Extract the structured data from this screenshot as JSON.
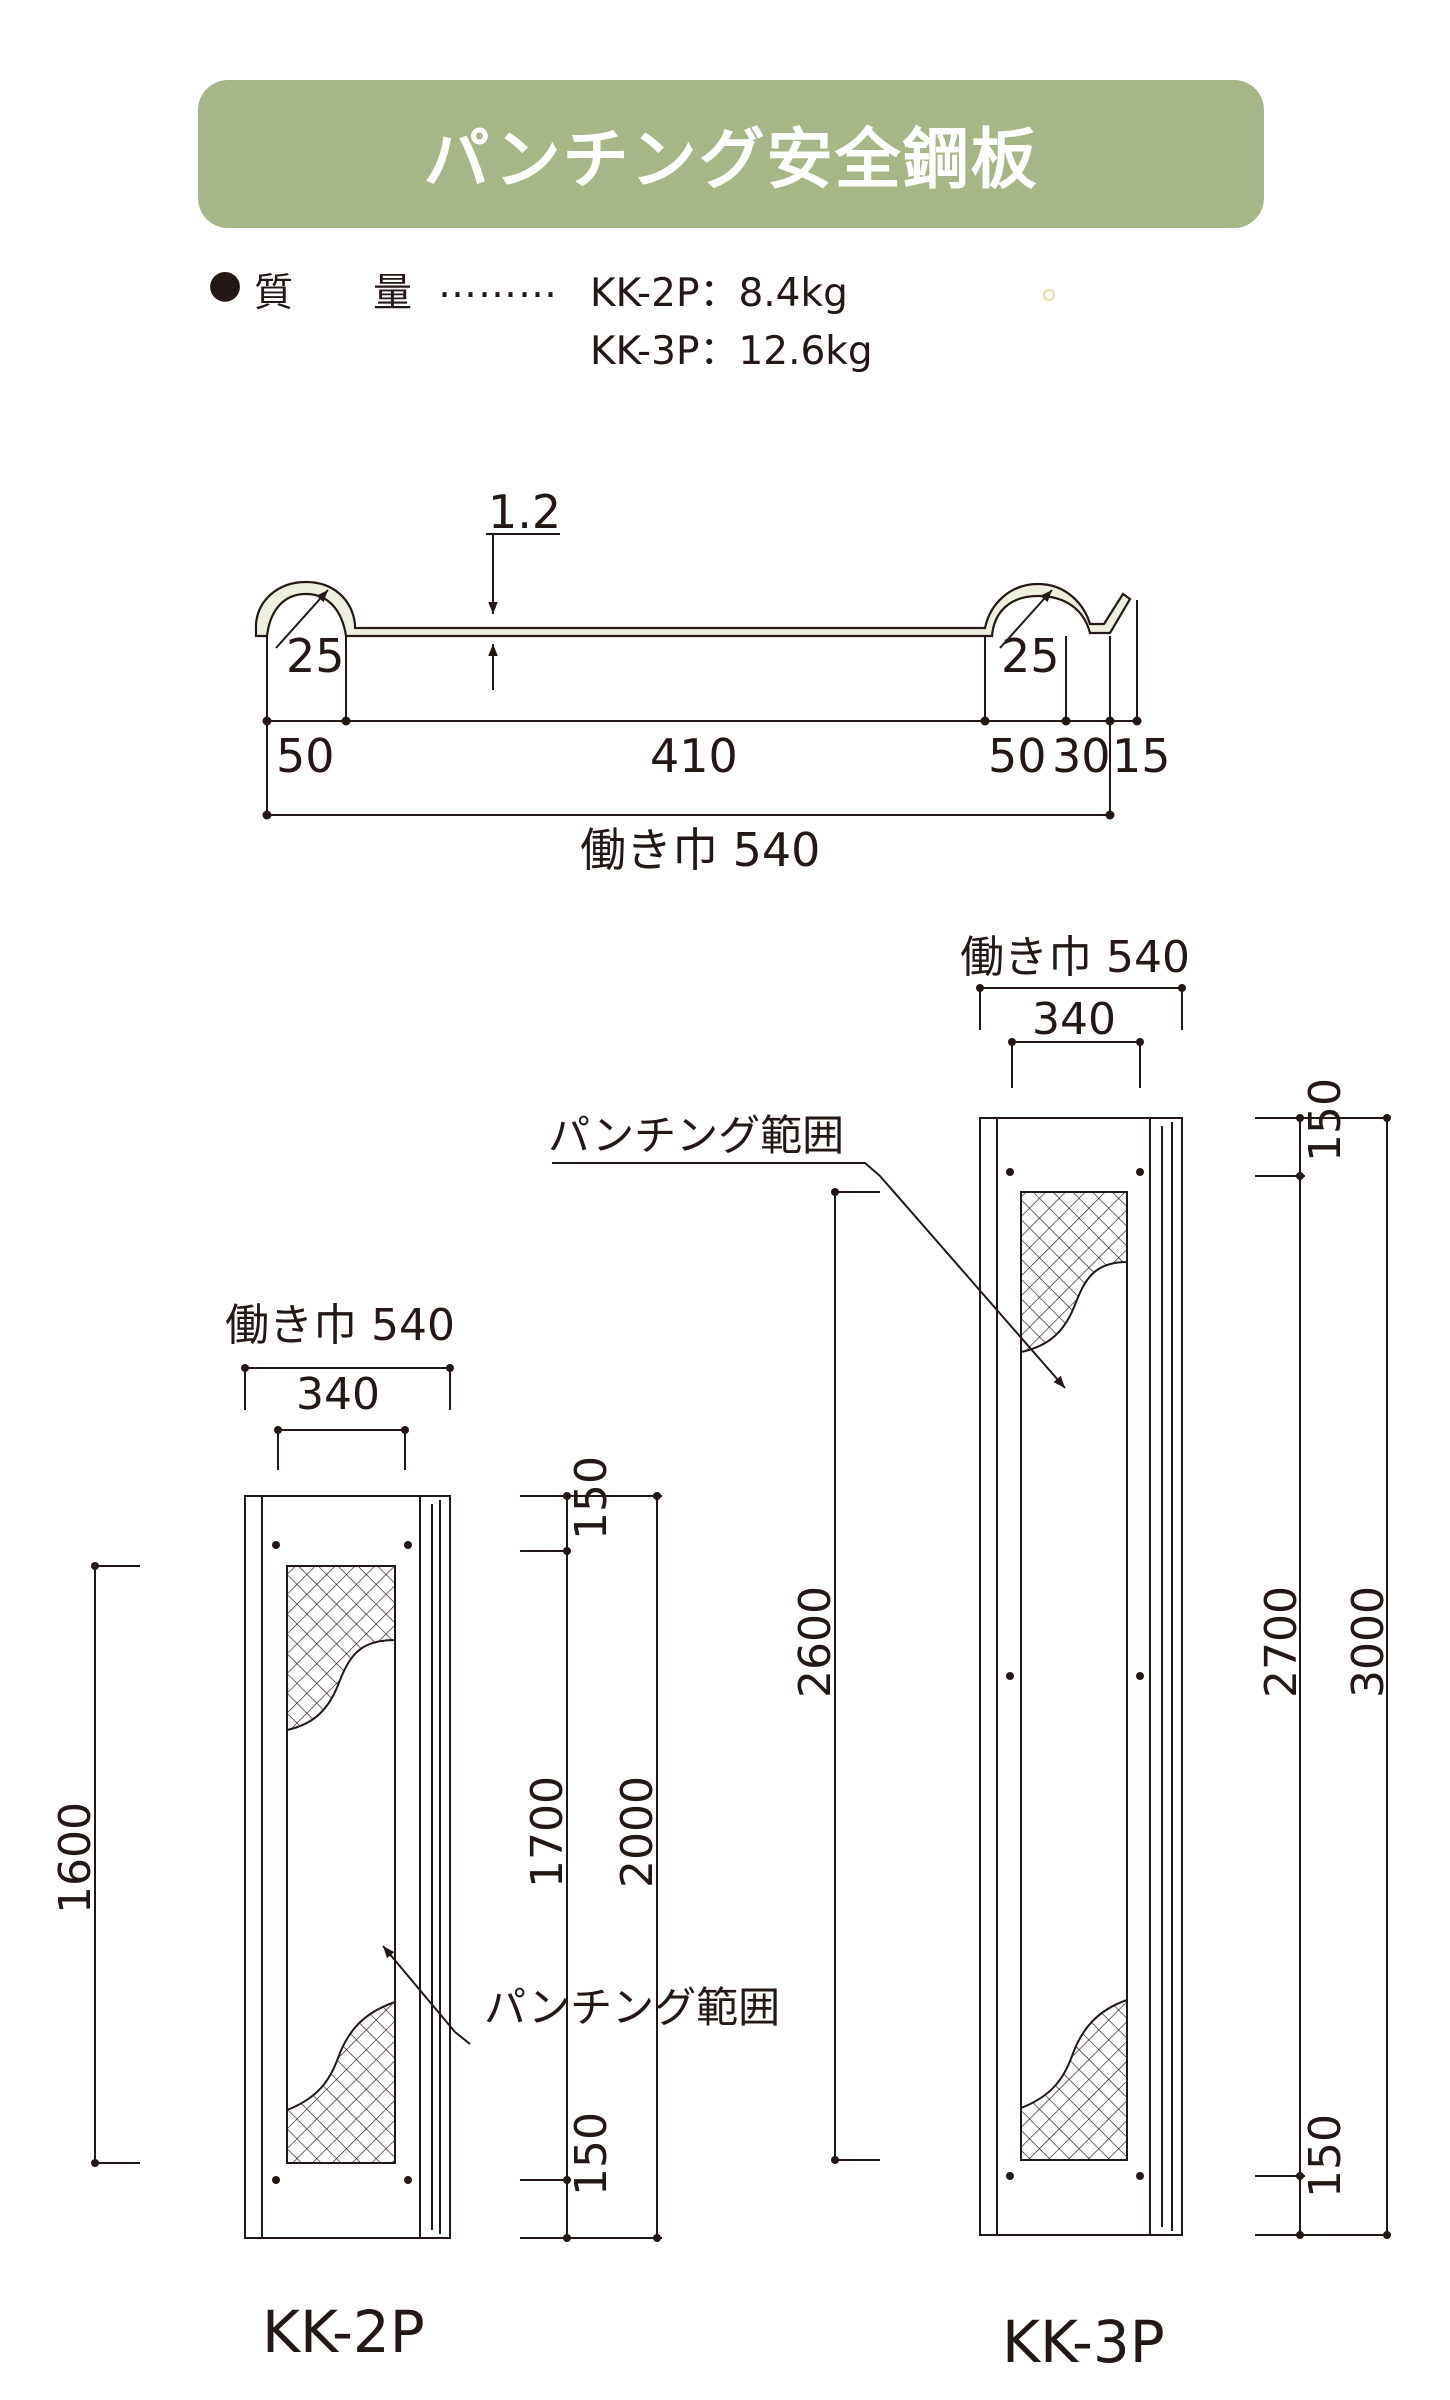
{
  "title": "パンチング安全鋼板",
  "spec": {
    "bullet": "●",
    "label": "質量",
    "dots": "………",
    "kk2p_weight": "KK-2P：8.4kg",
    "kk3p_weight": "KK-3P：12.6kg"
  },
  "profile": {
    "thickness": "1.2",
    "radius_left": "25",
    "radius_right": "25",
    "dim_50a": "50",
    "dim_410": "410",
    "dim_50b": "50",
    "dim_30": "30",
    "dim_15": "15",
    "working_width": "働き巾 540"
  },
  "kk2p": {
    "working_width": "働き巾 540",
    "width_340": "340",
    "dim_150_top": "150",
    "dim_1700": "1700",
    "dim_2000": "2000",
    "dim_150_bottom": "150",
    "dim_1600": "1600",
    "punch_label": "パンチング範囲",
    "model": "KK-2P"
  },
  "kk3p": {
    "working_width": "働き巾 540",
    "width_340": "340",
    "dim_150_top": "150",
    "dim_2700": "2700",
    "dim_3000": "3000",
    "dim_150_bottom": "150",
    "dim_2600": "2600",
    "punch_label": "パンチング範囲",
    "model": "KK-3P"
  },
  "colors": {
    "banner": "#a7b687",
    "line": "#231815",
    "profile_fill": "#eef0df"
  }
}
